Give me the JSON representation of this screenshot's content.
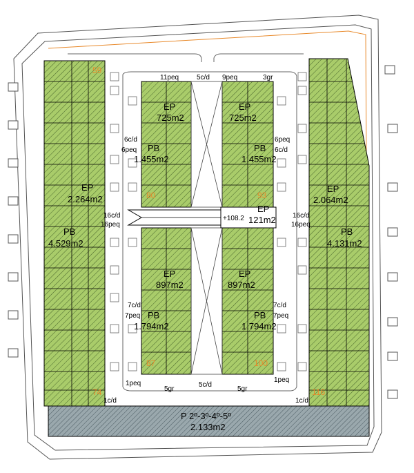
{
  "blocks": {
    "left": {
      "ep": "EP",
      "ep_area": "2.264m2",
      "pb": "PB",
      "pb_area": "4.529m2",
      "number": "59",
      "number_bottom": "74"
    },
    "right": {
      "ep": "EP",
      "ep_area": "2.064m2",
      "pb": "PB",
      "pb_area": "4.131m2",
      "number": "116"
    },
    "inner_tl": {
      "ep": "EP",
      "ep_area": "725m2",
      "pb": "PB",
      "pb_area": "1.455m2"
    },
    "inner_tr": {
      "ep": "EP",
      "ep_area": "725m2",
      "pb": "PB",
      "pb_area": "1.455m2",
      "number": "93"
    },
    "inner_bl": {
      "ep": "EP",
      "ep_area": "897m2",
      "pb": "PB",
      "pb_area": "1.794m2",
      "number": "87"
    },
    "inner_br": {
      "ep": "EP",
      "ep_area": "897m2",
      "pb": "PB",
      "pb_area": "1.794m2",
      "number": "100"
    },
    "center": {
      "ep": "EP",
      "ep_area": "121m2",
      "level": "+108.2",
      "number": "80"
    },
    "bottom": {
      "title": "P 2º-3º-4º-5º",
      "area": "2.133m2"
    }
  },
  "parking": {
    "top_11peq": "11peq",
    "top_5cd": "5c/d",
    "top_9peq": "9peq",
    "top_3gr": "3gr",
    "l_6cd": "6c/d",
    "l_6peq": "6peq",
    "r_6peq": "6peq",
    "r_6cd": "6c/d",
    "l_16cd": "16c/d",
    "l_16peq": "16peq",
    "r_16cd": "16c/d",
    "r_16peq": "16peq",
    "l_7cd": "7c/d",
    "l_7peq": "7peq",
    "r_7cd": "7c/d",
    "r_7peq": "7peq",
    "b_1peq_l": "1peq",
    "b_5gr_l": "5gr",
    "b_5cd": "5c/d",
    "b_5gr_r": "5gr",
    "b_1peq_r": "1peq",
    "b_1cd_l": "1c/d",
    "b_1cd_r": "1c/d"
  },
  "colors": {
    "green": "#a9cc6a",
    "hatch": "#2f4a1c",
    "grey": "#8f9da4"
  }
}
